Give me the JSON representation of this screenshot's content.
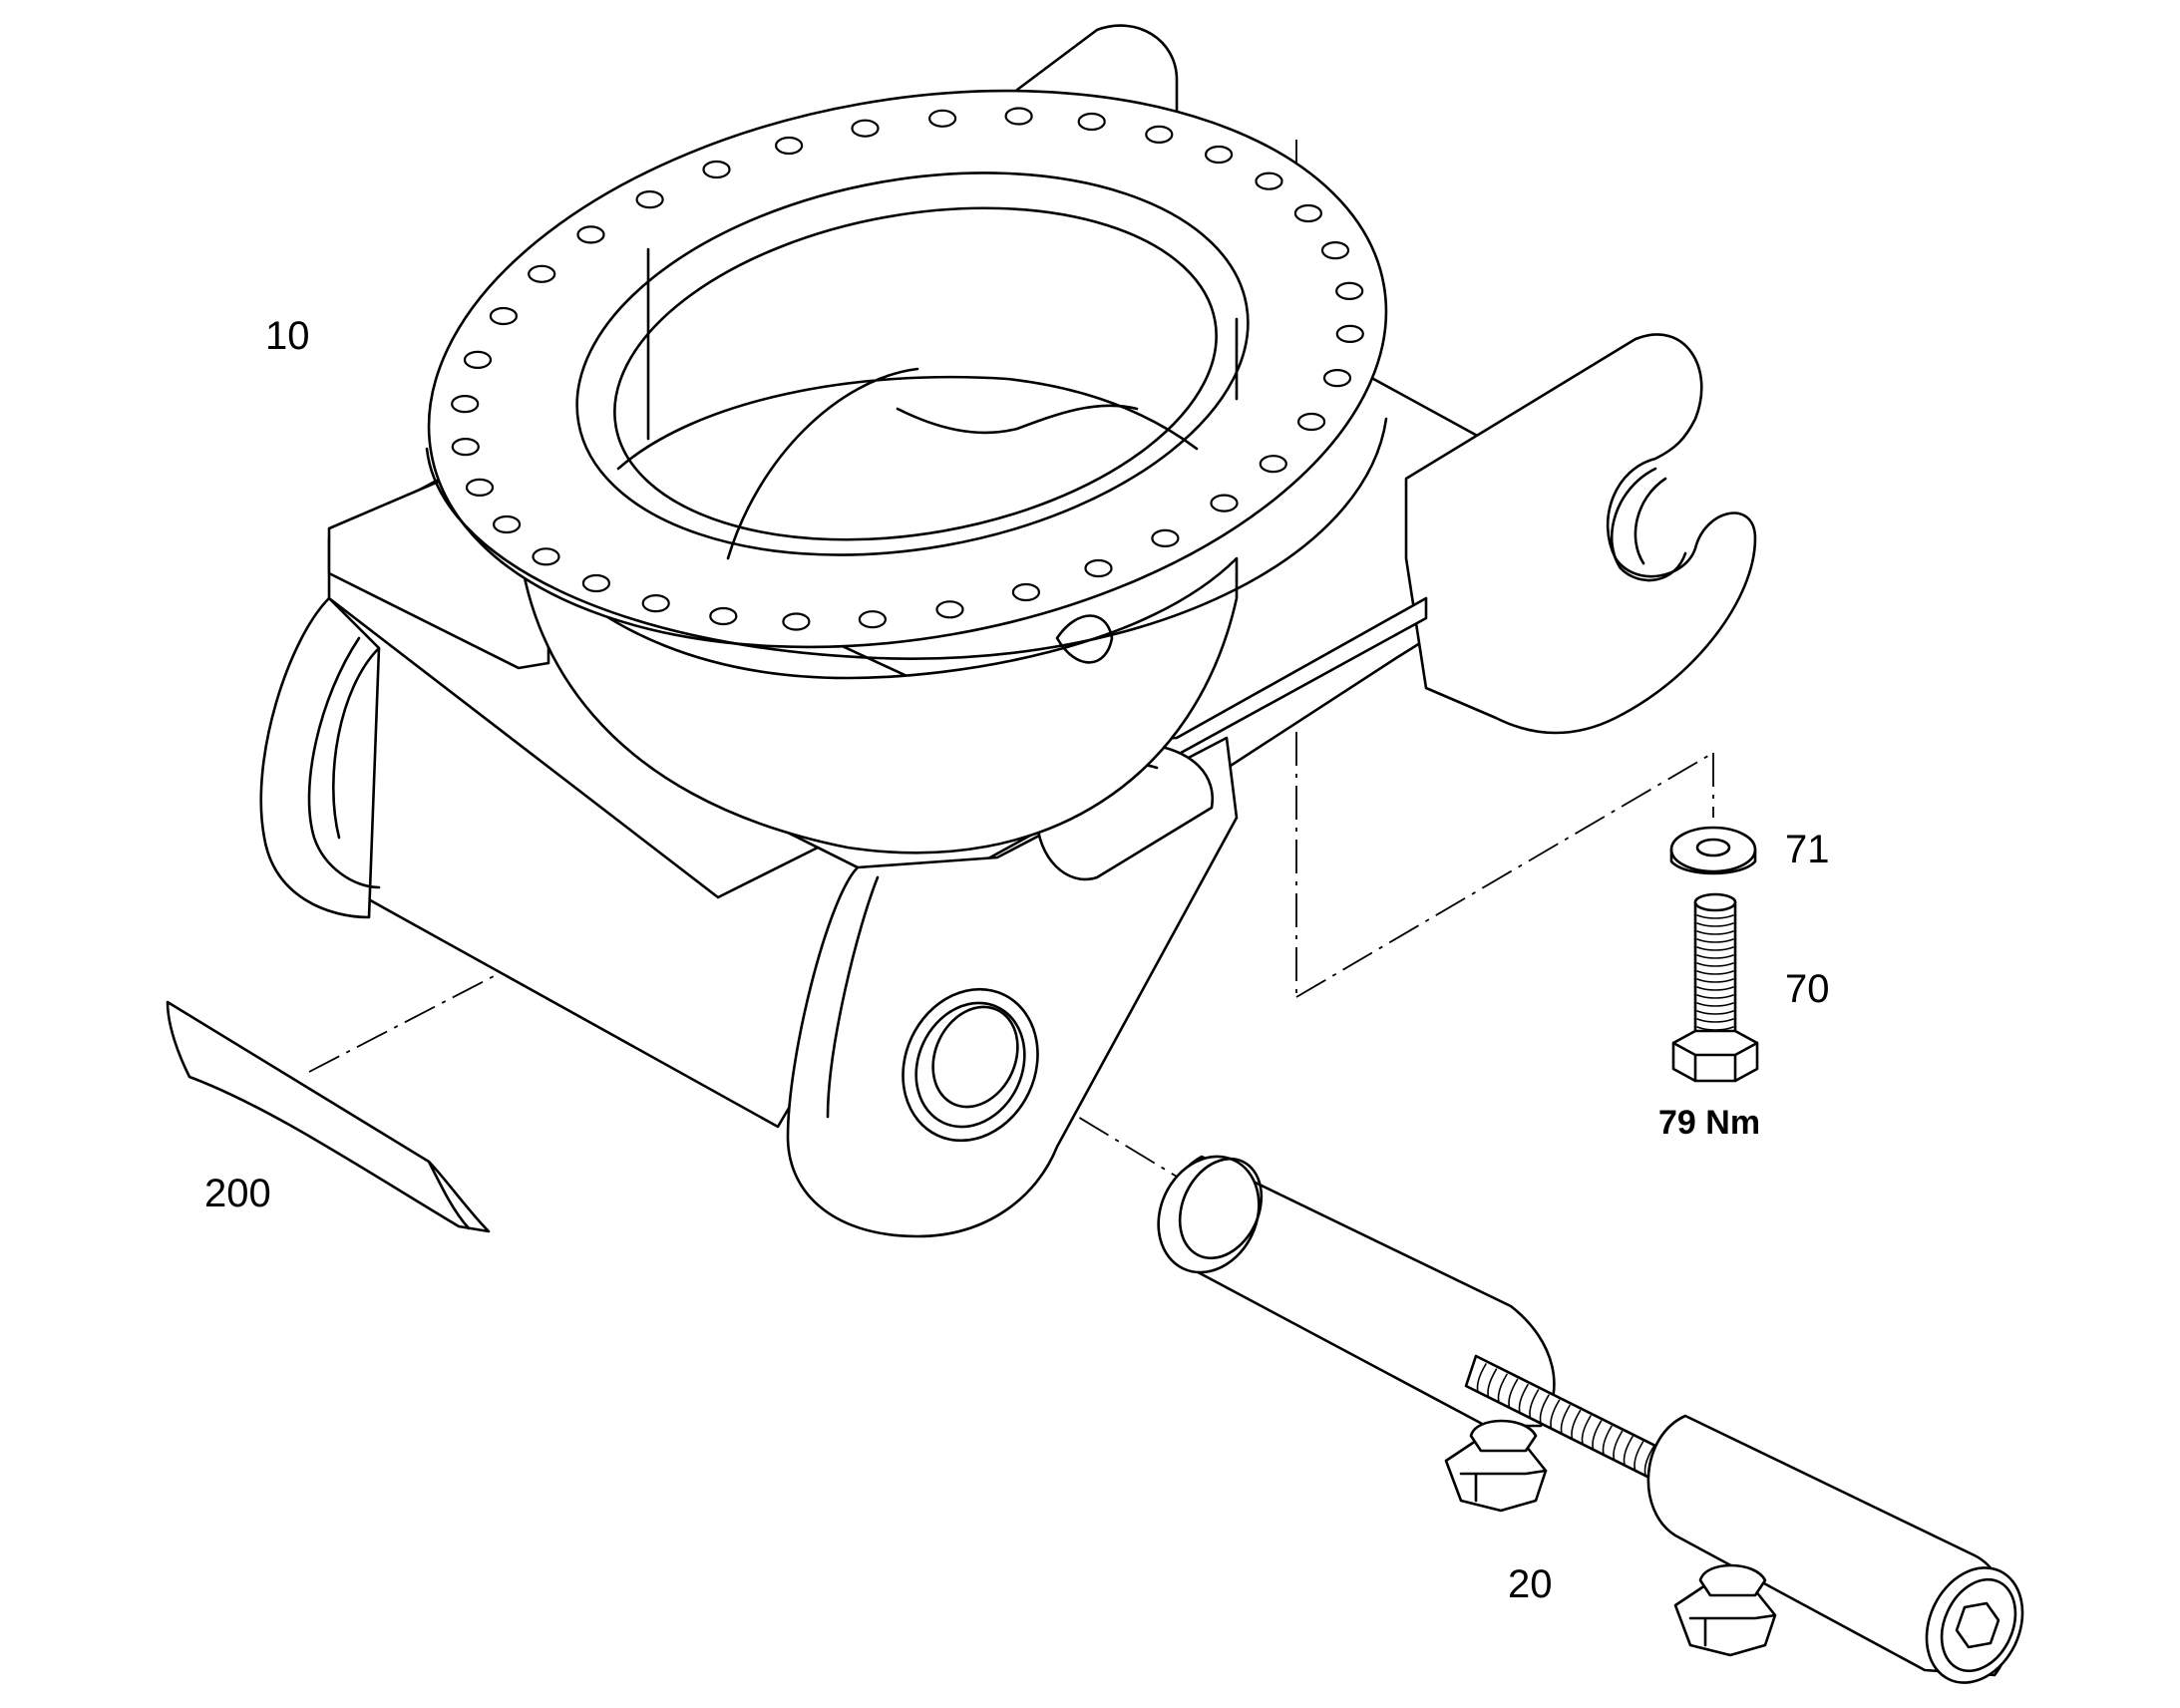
{
  "callouts": [
    {
      "id": "housing",
      "text": "10"
    },
    {
      "id": "pin",
      "text": "20"
    },
    {
      "id": "bolt",
      "text": "70"
    },
    {
      "id": "washer",
      "text": "71"
    },
    {
      "id": "sheet",
      "text": "200"
    }
  ],
  "torque": {
    "text": "79 Nm"
  },
  "colors": {
    "line": "#000000",
    "background": "#ffffff"
  }
}
